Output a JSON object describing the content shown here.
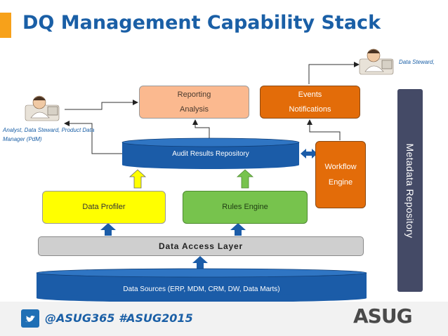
{
  "title": "DQ Management Capability Stack",
  "reporting": {
    "line1": "Reporting",
    "line2": "Analysis"
  },
  "events": {
    "line1": "Events",
    "line2": "Notifications"
  },
  "audit_repository": "Audit Results Repository",
  "workflow": {
    "line1": "Workflow",
    "line2": "Engine"
  },
  "data_profiler": "Data Profiler",
  "rules_engine": "Rules Engine",
  "data_access_layer": "Data Access Layer",
  "data_sources": "Data Sources (ERP, MDM, CRM, DW, Data Marts)",
  "metadata_repository": "Metadata Repository",
  "left_person_caption": "Analyst, Data Steward, Product Data Manager (PdM)",
  "right_person_caption": "Data Steward,",
  "footer": {
    "hashtags": "@ASUG365 #ASUG2015",
    "logo": "ASUG"
  },
  "colors": {
    "title": "#1a5fa6",
    "accent": "#f7a11a",
    "repository": "#1b5ca8",
    "profiler": "#ffff00",
    "rules": "#77c34d",
    "events": "#e36c09",
    "reporting": "#fbb98f",
    "metadata": "#444a66",
    "arrow": "#1b5ca8"
  }
}
